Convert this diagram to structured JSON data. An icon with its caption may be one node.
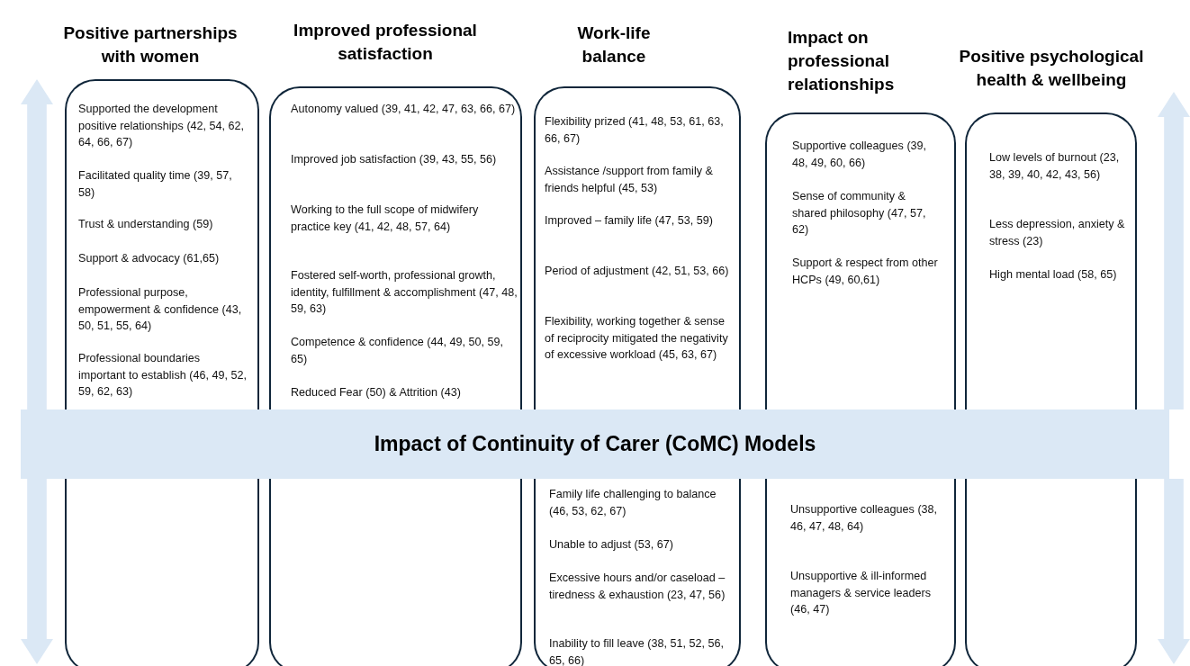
{
  "diagram": {
    "nodes": [
      {
        "text": [
          "Positive partnerships with women",
          "Supported the development positive relationships (42, 54, 62, 64, 66, 67)",
          "Facilitated quality time (39, 57, 58)",
          "Trust & understanding (59)",
          "Support & advocacy (61,65)",
          "Professional purpose, empowerment & confidence (43, 50, 51, 55, 64)",
          "Professional boundaries important to establish  (46, 49, 52, 59, 62, 63)"
        ]
      },
      {
        "text": [
          "Improved professional satisfaction",
          "Autonomy valued (39, 41, 42, 47, 63, 66, 67)",
          "Improved job satisfaction (39, 43, 55, 56)",
          "Working to the full scope of midwifery practice key (41, 42, 48, 57, 64)",
          "Fostered self-worth, professional growth, identity, fulfillment & accomplishment  (47, 48, 59, 63)",
          "Competence & confidence  (44, 49, 50, 59, 65)",
          "Reduced Fear (50) & Attrition (43)"
        ]
      },
      {
        "text": [
          "Work-life balance",
          "Flexibility prized (41, 48, 53, 61, 63, 66, 67)",
          "Assistance /support from family & friends helpful (45, 53)",
          "Improved – family life (47, 53, 59)",
          "Period of adjustment (42, 51, 53, 66)",
          "Flexibility, working together & sense of reciprocity mitigated the negativity of excessive workload (45, 63, 67)",
          "Family life challenging to balance (46, 53, 62, 67)",
          "Unable to adjust (53, 67)",
          "Excessive hours and/or caseload – tiredness & exhaustion (23, 47, 56)",
          "Inability to fill leave (38, 51, 52, 56, 65, 66)"
        ]
      },
      {
        "text": [
          "Impact on professional relationships",
          "Supportive colleagues (39, 48, 49, 60, 66)",
          "Sense of community & shared philosophy (47, 57, 62)",
          "Support & respect from other HCPs (49, 60,61)",
          "Unsupportive colleagues (38, 46, 47, 48, 64)",
          "Unsupportive  & ill-informed managers & service leaders  (46, 47)"
        ]
      },
      {
        "text": [
          "Positive psychological health & wellbeing",
          "Low levels of burnout (23, 38, 39, 40, 42, 43, 56)",
          "Less depression, anxiety & stress (23)",
          "High mental load (58, 65)"
        ]
      },
      {
        "text": [
          "Impact of Continuity of Carer (CoMC) Models"
        ]
      }
    ]
  }
}
